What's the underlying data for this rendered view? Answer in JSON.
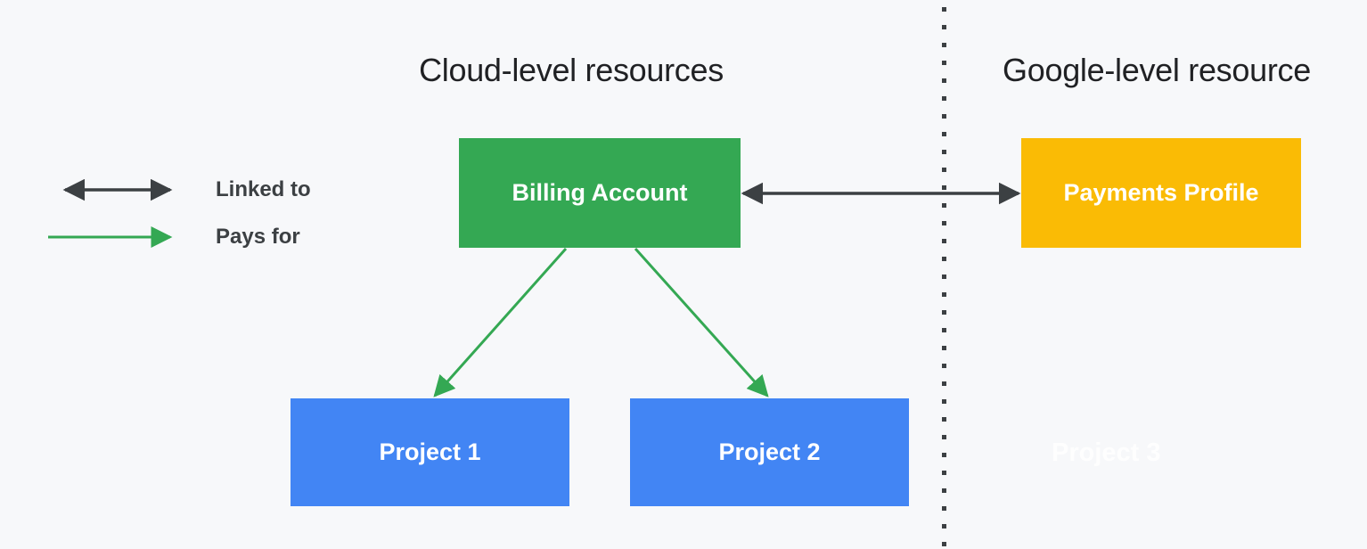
{
  "diagram": {
    "background_color": "#F7F8FA",
    "headings": {
      "cloud_level": "Cloud-level resources",
      "google_level": "Google-level resource"
    },
    "legend": {
      "linked_to": {
        "label": "Linked to",
        "arrow_icon": "double-headed-dark-arrow",
        "color": "#3C4043"
      },
      "pays_for": {
        "label": "Pays for",
        "arrow_icon": "green-right-arrow",
        "color": "#34A853"
      }
    },
    "divider": {
      "style": "vertical-dotted-line",
      "color": "#3C4043"
    },
    "nodes": {
      "billing_account": {
        "label": "Billing Account",
        "color": "#34A853",
        "text_color": "#FFFFFF"
      },
      "payments_profile": {
        "label": "Payments Profile",
        "color": "#FABB05",
        "text_color": "#FFFFFF"
      },
      "project_1": {
        "label": "Project 1",
        "color": "#4285F4",
        "text_color": "#FFFFFF"
      },
      "project_2": {
        "label": "Project 2",
        "color": "#4285F4",
        "text_color": "#FFFFFF"
      },
      "project_3": {
        "label": "Project 3",
        "color": "#FFFFFF",
        "note": "faint white ghost text right of divider"
      }
    },
    "edges": [
      {
        "from": "billing_account",
        "to": "payments_profile",
        "relation": "Linked to",
        "style": "double-headed",
        "color": "#3C4043"
      },
      {
        "from": "billing_account",
        "to": "project_1",
        "relation": "Pays for",
        "style": "single-headed",
        "color": "#34A853"
      },
      {
        "from": "billing_account",
        "to": "project_2",
        "relation": "Pays for",
        "style": "single-headed",
        "color": "#34A853"
      }
    ]
  }
}
